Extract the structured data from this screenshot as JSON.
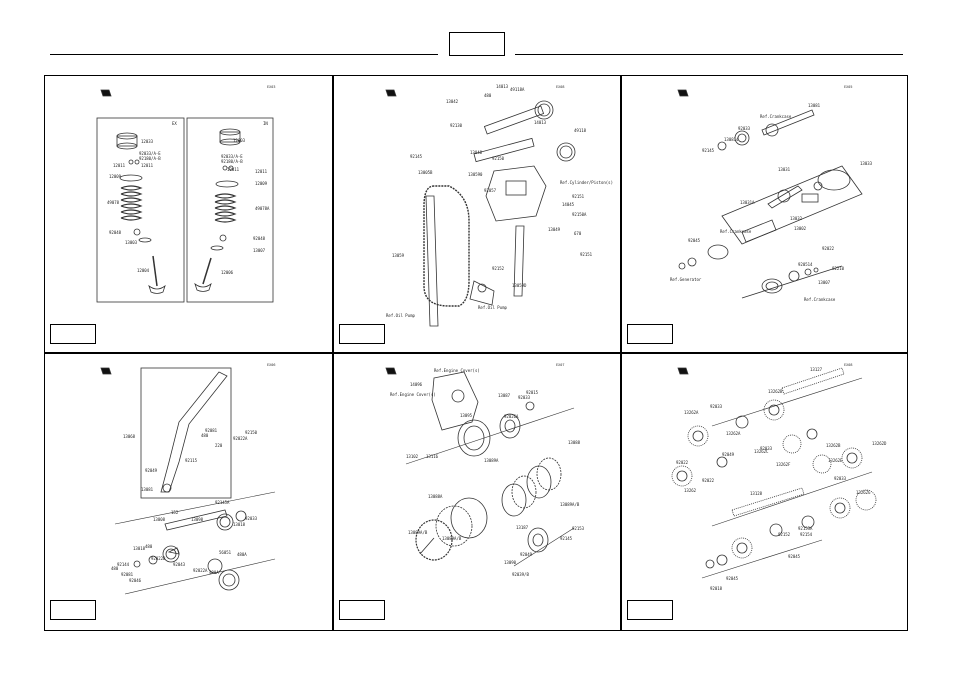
{
  "header": {
    "page_box_text": ""
  },
  "panels": [
    {
      "id": "p1",
      "code": "EX03",
      "group_tags": [
        "EX",
        "IN"
      ],
      "labels": [
        "12033",
        "92033/A-E",
        "92180/A-B",
        "12011",
        "12011",
        "12009",
        "49078",
        "92048",
        "13003",
        "12004",
        "12003",
        "92033/A-E",
        "92180/A-B",
        "12011",
        "12011",
        "12009",
        "49078A",
        "92048",
        "13007",
        "12006"
      ],
      "footer_box": ""
    },
    {
      "id": "p2",
      "code": "EX08",
      "labels": [
        "13042",
        "92130",
        "480",
        "49118A",
        "14013",
        "14013",
        "92150",
        "92145",
        "13048",
        "49118",
        "130590",
        "92057",
        "14045",
        "92151",
        "92150A",
        "13005B",
        "13059",
        "13059D",
        "670",
        "92151",
        "13049",
        "92152",
        "Ref.Cylinder/Piston(s)",
        "Ref.Oil Pump",
        "Ref.Oil Pump"
      ],
      "footer_box": ""
    },
    {
      "id": "p3",
      "code": "EX05",
      "labels": [
        "13081",
        "Ref.Crankcase",
        "92145",
        "130814",
        "92033",
        "13031",
        "13033",
        "13031A",
        "13032",
        "13002",
        "Ref.Crankcase",
        "92045",
        "920514",
        "92022",
        "92210",
        "13007",
        "Ref.Generator",
        "Ref.Crankcase"
      ],
      "footer_box": ""
    },
    {
      "id": "p4",
      "code": "EX06",
      "labels": [
        "13068",
        "92081",
        "480",
        "220",
        "92022A",
        "92150",
        "92115",
        "92049",
        "13081",
        "13008",
        "152",
        "13098",
        "92145A",
        "13018",
        "92033",
        "13018",
        "480",
        "92022B",
        "56051",
        "480A",
        "92043",
        "92144",
        "92081",
        "480",
        "92046",
        "92022A",
        "480A"
      ],
      "footer_box": ""
    },
    {
      "id": "p5",
      "code": "EX07",
      "labels": [
        "Ref.Engine Cover(s)",
        "14096",
        "Ref.Engine Cover(s)",
        "13087",
        "92015",
        "92033",
        "13095",
        "92026A",
        "13102",
        "13116",
        "13088",
        "13089A",
        "13089A/B",
        "13088A",
        "13089A/B",
        "13089A/B",
        "13187",
        "92153",
        "92145",
        "13090",
        "92049",
        "92039/B"
      ],
      "footer_box": ""
    },
    {
      "id": "p6",
      "code": "EX08",
      "labels": [
        "13127",
        "13262A",
        "92033",
        "13262B",
        "13262A",
        "13262B",
        "92022",
        "13262C",
        "92033",
        "13262D",
        "92049",
        "13262",
        "92022",
        "13262E",
        "92033",
        "13262F",
        "13128",
        "92153A",
        "92154",
        "92045",
        "13262G",
        "92152",
        "92045",
        "92018"
      ],
      "footer_box": ""
    }
  ]
}
